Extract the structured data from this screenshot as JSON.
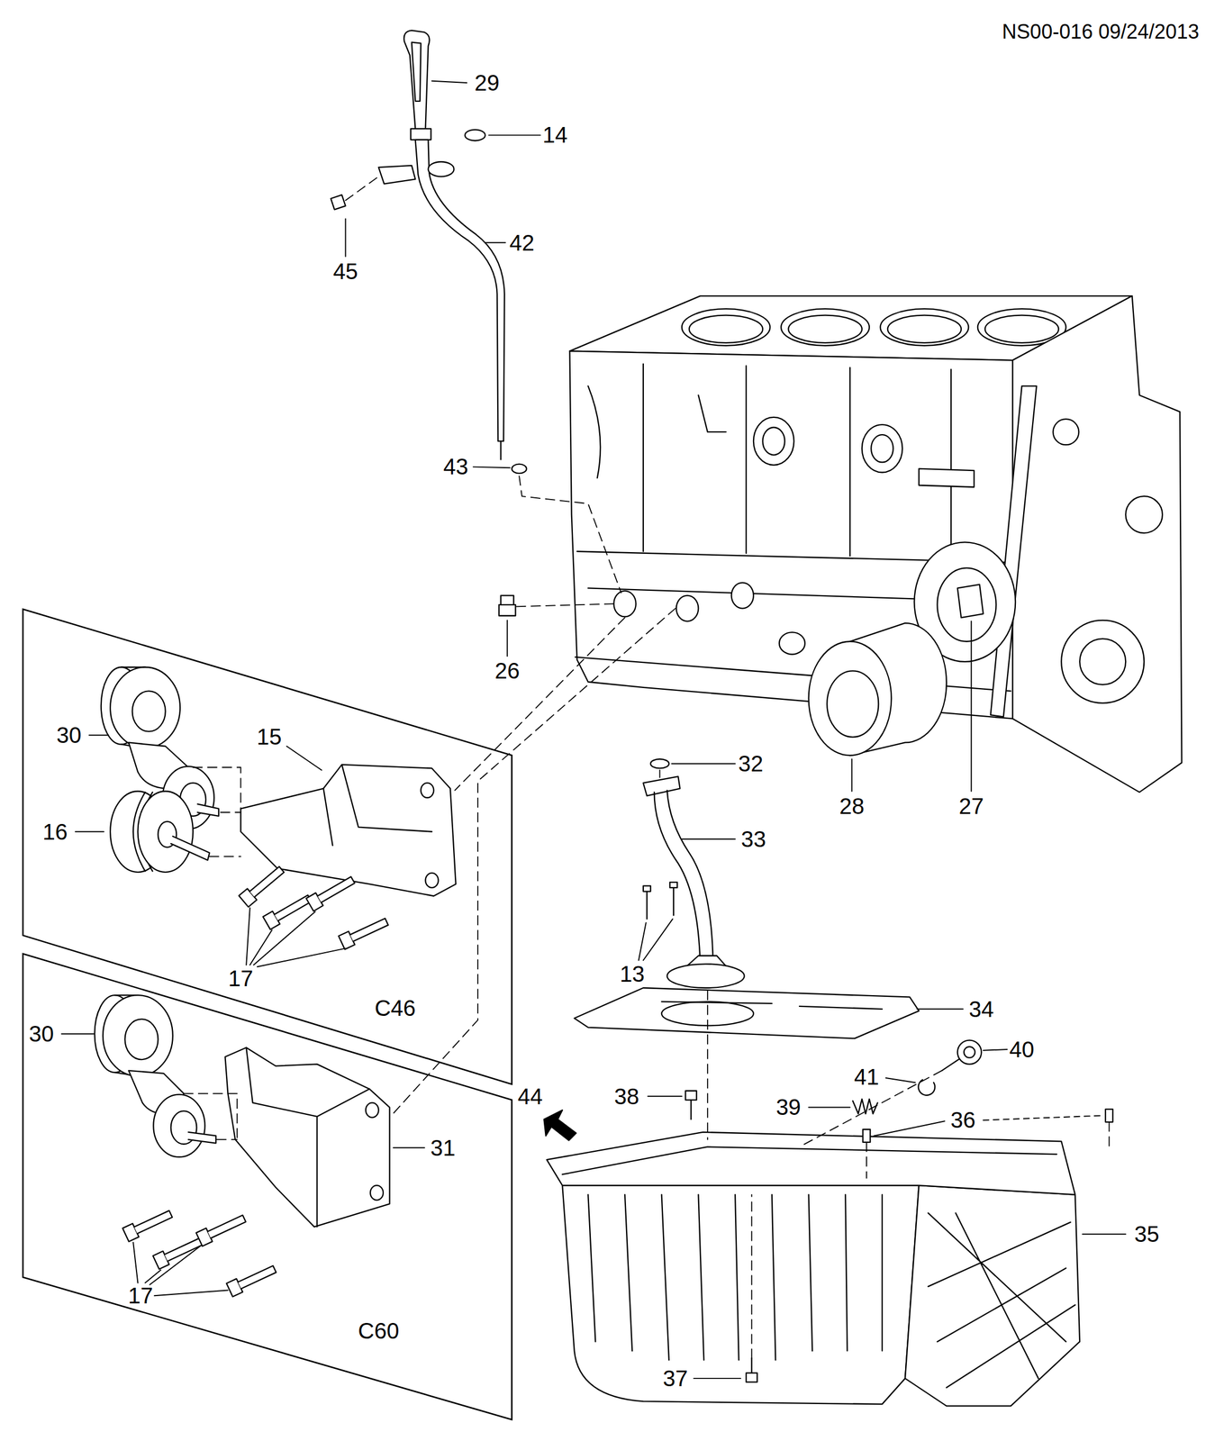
{
  "diagram": {
    "nodes": [
      {
        "text": [
          "C46"
        ]
      },
      {
        "text": [
          "C60"
        ]
      }
    ],
    "labels": [
      "NS00-016 09/24/2013",
      "29",
      "14",
      "45",
      "42",
      "43",
      "26",
      "30",
      "15",
      "16",
      "17",
      "30",
      "31",
      "44",
      "17",
      "32",
      "33",
      "28",
      "27",
      "13",
      "34",
      "40",
      "41",
      "38",
      "39",
      "36",
      "35",
      "37"
    ]
  }
}
